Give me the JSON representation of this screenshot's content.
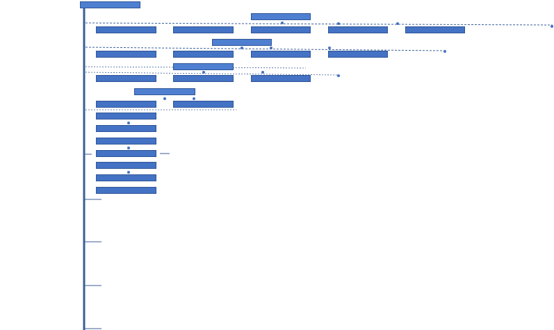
{
  "diagram": {
    "title_bar": "",
    "subtitle": "",
    "colors": {
      "node_fill": "#4472c4",
      "node_border": "#2f5597",
      "spine": "#3b5e99",
      "connector": "#4472c4",
      "dashed": "#3b5e99"
    },
    "nodes": [
      {
        "id": "n1",
        "text": "",
        "kind": "header"
      },
      {
        "id": "n2",
        "text": ""
      },
      {
        "id": "n3",
        "text": ""
      },
      {
        "id": "n4",
        "text": ""
      },
      {
        "id": "n5",
        "text": ""
      },
      {
        "id": "n6",
        "text": ""
      },
      {
        "id": "n7",
        "text": "",
        "kind": "header"
      },
      {
        "id": "n8",
        "text": ""
      },
      {
        "id": "n9",
        "text": ""
      },
      {
        "id": "n10",
        "text": ""
      },
      {
        "id": "n11",
        "text": ""
      },
      {
        "id": "n12",
        "text": "",
        "kind": "header"
      },
      {
        "id": "n13",
        "text": ""
      },
      {
        "id": "n14",
        "text": ""
      },
      {
        "id": "n15",
        "text": ""
      },
      {
        "id": "n16",
        "text": "",
        "kind": "header"
      },
      {
        "id": "n17",
        "text": ""
      },
      {
        "id": "n18",
        "text": ""
      },
      {
        "id": "n19",
        "text": ""
      },
      {
        "id": "n20",
        "text": ""
      },
      {
        "id": "n21",
        "text": ""
      },
      {
        "id": "n22",
        "text": ""
      },
      {
        "id": "n23",
        "text": ""
      },
      {
        "id": "n24",
        "text": ""
      },
      {
        "id": "n25",
        "text": ""
      },
      {
        "id": "n26",
        "text": ""
      },
      {
        "id": "n27",
        "text": ""
      }
    ]
  }
}
